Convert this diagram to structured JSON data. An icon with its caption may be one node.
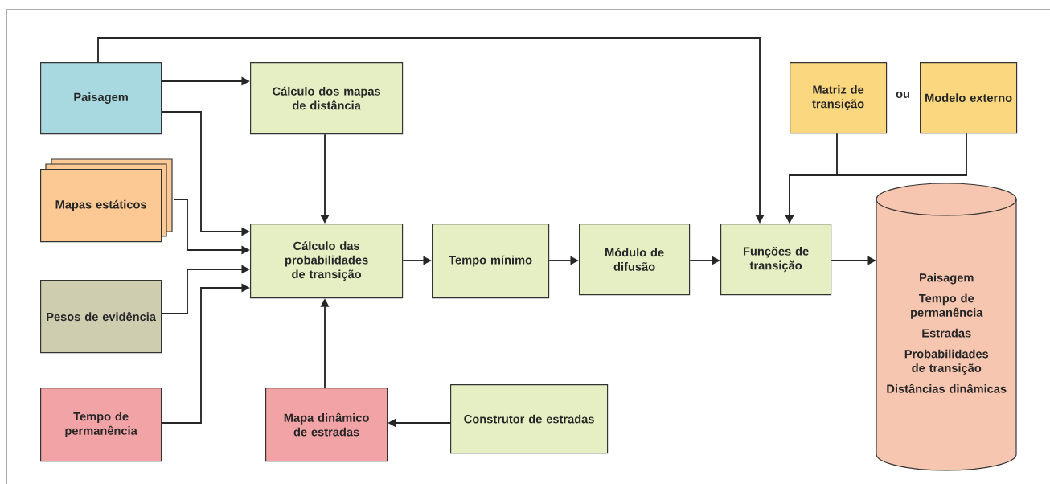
{
  "diagram": {
    "nodes": [
      {
        "text": [
          "Paisagem"
        ]
      },
      {
        "text": [
          "Cálculo dos mapas de distância"
        ]
      },
      {
        "text": [
          "Matriz de transição"
        ]
      },
      {
        "text": [
          "Modelo externo"
        ]
      },
      {
        "text": [
          "Mapas estáticos"
        ]
      },
      {
        "text": [
          "Cálculo das probabilidades de transição"
        ]
      },
      {
        "text": [
          "Tempo mínimo"
        ]
      },
      {
        "text": [
          "Módulo de difusão"
        ]
      },
      {
        "text": [
          "Funções de transição"
        ]
      },
      {
        "text": [
          "Paisagem",
          "Tempo de permanência",
          "Estradas",
          "Probabilidades de transição",
          "Distâncias dinâmicas"
        ]
      },
      {
        "text": [
          "Pesos de evidência"
        ]
      },
      {
        "text": [
          "Tempo de permanência"
        ]
      },
      {
        "text": [
          "Mapa dinâmico de estradas"
        ]
      },
      {
        "text": [
          "Construtor de estradas"
        ]
      }
    ],
    "edges": [
      {
        "from": 0,
        "to": 1,
        "arrow": "to"
      },
      {
        "from": 0,
        "to": 5,
        "arrow": "to"
      },
      {
        "from": 0,
        "to": 8,
        "arrow": "to"
      },
      {
        "from": 1,
        "to": 5,
        "arrow": "to"
      },
      {
        "from": 4,
        "to": 5,
        "arrow": "to"
      },
      {
        "from": 10,
        "to": 5,
        "arrow": "to"
      },
      {
        "from": 11,
        "to": 5,
        "arrow": "to"
      },
      {
        "from": 5,
        "to": 6,
        "arrow": "to"
      },
      {
        "from": 6,
        "to": 7,
        "arrow": "to"
      },
      {
        "from": 7,
        "to": 8,
        "arrow": "to"
      },
      {
        "from": 8,
        "to": 9,
        "arrow": "to"
      },
      {
        "from": 12,
        "to": 5,
        "arrow": "to"
      },
      {
        "from": 13,
        "to": 12,
        "arrow": "to"
      },
      {
        "from": 2,
        "to": 8,
        "arrow": "to"
      },
      {
        "from": 3,
        "to": 8,
        "arrow": "to"
      }
    ],
    "labels": [
      "ou"
    ]
  }
}
